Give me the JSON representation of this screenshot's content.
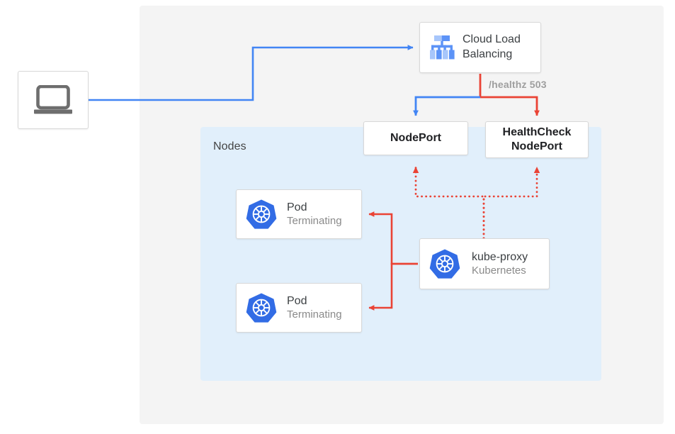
{
  "colors": {
    "blue_line": "#4285f4",
    "red_line": "#ea4335",
    "panel_gray": "#f4f4f4",
    "nodes_blue": "#e1effb",
    "k8s_blue": "#326ce5",
    "laptop_gray": "#6e6e6e",
    "text_dark": "#3c4043",
    "text_muted": "#8a8a8a"
  },
  "regions": {
    "nodes_label": "Nodes"
  },
  "client": {
    "icon": "laptop-icon"
  },
  "load_balancer": {
    "icon": "cloud-load-balancing-icon",
    "line1": "Cloud Load",
    "line2": "Balancing"
  },
  "health_annotation": "/healthz 503",
  "nodeports": [
    {
      "id": "nodeport",
      "label": "NodePort"
    },
    {
      "id": "healthcheck-nodeport",
      "line1": "HealthCheck",
      "line2": "NodePort"
    }
  ],
  "pods": [
    {
      "icon": "kubernetes-icon",
      "title": "Pod",
      "status": "Terminating"
    },
    {
      "icon": "kubernetes-icon",
      "title": "Pod",
      "status": "Terminating"
    }
  ],
  "kube_proxy": {
    "icon": "kubernetes-icon",
    "title": "kube-proxy",
    "subtitle": "Kubernetes"
  },
  "connections": [
    {
      "from": "client",
      "to": "load-balancer",
      "style": "solid",
      "color": "#4285f4"
    },
    {
      "from": "load-balancer",
      "to": "nodeport",
      "style": "solid",
      "color": "#4285f4"
    },
    {
      "from": "load-balancer",
      "to": "healthcheck-nodeport",
      "style": "solid",
      "color": "#ea4335",
      "label": "/healthz 503"
    },
    {
      "from": "kube-proxy",
      "to": "nodeport",
      "style": "dotted",
      "color": "#ea4335"
    },
    {
      "from": "kube-proxy",
      "to": "healthcheck-nodeport",
      "style": "dotted",
      "color": "#ea4335"
    },
    {
      "from": "kube-proxy",
      "to": "pod-1",
      "style": "solid",
      "color": "#ea4335"
    },
    {
      "from": "kube-proxy",
      "to": "pod-2",
      "style": "solid",
      "color": "#ea4335"
    }
  ]
}
